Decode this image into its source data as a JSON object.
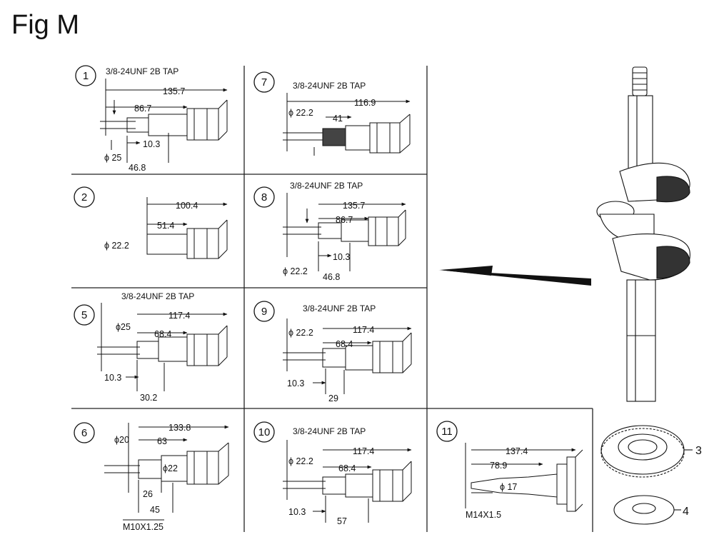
{
  "figure": {
    "title": "Fig M"
  },
  "panels": {
    "p1": {
      "num": "1",
      "tap": "3/8-24UNF 2B TAP",
      "d1": "135.7",
      "d2": "86.7",
      "d3": "10.3",
      "d4": "ϕ 25",
      "d5": "46.8"
    },
    "p2": {
      "num": "2",
      "d1": "100.4",
      "d2": "51.4",
      "d3": "ϕ 22.2"
    },
    "p5": {
      "num": "5",
      "tap": "3/8-24UNF 2B TAP",
      "d1": "117.4",
      "d2": "ϕ25",
      "d3": "68.4",
      "d4": "10.3",
      "d5": "30.2"
    },
    "p6": {
      "num": "6",
      "d1": "133.8",
      "d2": "ϕ20",
      "d3": "63",
      "d4": "ϕ22",
      "d5": "26",
      "d6": "45",
      "d7": "M10X1.25"
    },
    "p7": {
      "num": "7",
      "tap": "3/8-24UNF 2B TAP",
      "d1": "116.9",
      "d2": "ϕ 22.2",
      "d3": "41"
    },
    "p8": {
      "num": "8",
      "tap": "3/8-24UNF 2B TAP",
      "d1": "135.7",
      "d2": "86.7",
      "d3": "10.3",
      "d4": "ϕ 22.2",
      "d5": "46.8"
    },
    "p9": {
      "num": "9",
      "tap": "3/8-24UNF 2B TAP",
      "d1": "117.4",
      "d2": "ϕ 22.2",
      "d3": "68.4",
      "d4": "10.3",
      "d5": "29"
    },
    "p10": {
      "num": "10",
      "tap": "3/8-24UNF 2B TAP",
      "d1": "117.4",
      "d2": "ϕ 22.2",
      "d3": "68.4",
      "d4": "10.3",
      "d5": "57"
    },
    "p11": {
      "num": "11",
      "d1": "137.4",
      "d2": "78.9",
      "d3": "ϕ 17",
      "d4": "M14X1.5"
    }
  },
  "callouts": {
    "c3": "3",
    "c4": "4"
  }
}
